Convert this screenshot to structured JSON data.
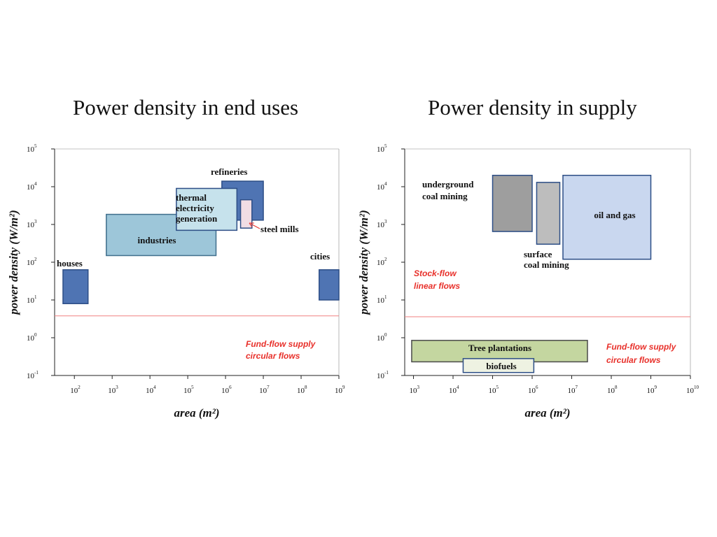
{
  "chart_data": [
    {
      "type": "range-box",
      "title": "Power density in end uses",
      "xlabel": "area (m²)",
      "ylabel": "power density (W/m²)",
      "x_scale": "log",
      "y_scale": "log",
      "xlim": [
        30,
        1000000000
      ],
      "ylim": [
        0.1,
        100000
      ],
      "x_ticks": [
        {
          "value": 100,
          "base": "10",
          "exp": "2"
        },
        {
          "value": 1000,
          "base": "10",
          "exp": "3"
        },
        {
          "value": 10000,
          "base": "10",
          "exp": "4"
        },
        {
          "value": 100000,
          "base": "10",
          "exp": "5"
        },
        {
          "value": 1000000,
          "base": "10",
          "exp": "6"
        },
        {
          "value": 10000000,
          "base": "10",
          "exp": "7"
        },
        {
          "value": 100000000,
          "base": "10",
          "exp": "8"
        },
        {
          "value": 1000000000,
          "base": "10",
          "exp": "9"
        }
      ],
      "y_ticks": [
        {
          "value": 0.1,
          "base": "10",
          "exp": "-1"
        },
        {
          "value": 1,
          "base": "10",
          "exp": "0"
        },
        {
          "value": 10,
          "base": "10",
          "exp": "1"
        },
        {
          "value": 100,
          "base": "10",
          "exp": "2"
        },
        {
          "value": 1000,
          "base": "10",
          "exp": "3"
        },
        {
          "value": 10000,
          "base": "10",
          "exp": "4"
        },
        {
          "value": 100000,
          "base": "10",
          "exp": "5"
        }
      ],
      "boxes": [
        {
          "label": "houses",
          "x": [
            50,
            230
          ],
          "y": [
            8,
            63
          ],
          "fill": "#4f74b3",
          "stroke": "#2d4e86"
        },
        {
          "label": "industries",
          "x": [
            700,
            560000
          ],
          "y": [
            150,
            1850
          ],
          "fill": "#9dc6d9",
          "stroke": "#3f6e8c"
        },
        {
          "label": "refineries",
          "x": [
            800000,
            10000000
          ],
          "y": [
            1300,
            14000
          ],
          "fill": "#4f74b3",
          "stroke": "#2d4e86"
        },
        {
          "label": "steel mills",
          "x": [
            2500000,
            5000000
          ],
          "y": [
            800,
            4500
          ],
          "fill": "#f1dde4",
          "stroke": "#2d4e86"
        },
        {
          "label": "thermal electricity generation",
          "x": [
            50000,
            2000000
          ],
          "y": [
            700,
            9000
          ],
          "fill": "#c6e2ec",
          "stroke": "#2d4e86",
          "label_lines": [
            "thermal",
            "electricity",
            "generation"
          ]
        },
        {
          "label": "cities",
          "x": [
            300000000,
            1000000000
          ],
          "y": [
            10,
            63
          ],
          "fill": "#4f74b3",
          "stroke": "#2d4e86"
        }
      ],
      "reference_line": {
        "y": 3.8,
        "color": "#f08080"
      },
      "annotations": [
        {
          "text": "Fund-flow supply",
          "x": 40000000,
          "y": 0.85
        },
        {
          "text": "circular flows",
          "x": 40000000,
          "y": 0.42
        }
      ]
    },
    {
      "type": "range-box",
      "title": "Power density in supply",
      "xlabel": "area (m²)",
      "ylabel": "power density (W/m²)",
      "x_scale": "log",
      "y_scale": "log",
      "xlim": [
        600,
        10000000000
      ],
      "ylim": [
        0.1,
        100000
      ],
      "x_ticks": [
        {
          "value": 1000,
          "base": "10",
          "exp": "3"
        },
        {
          "value": 10000,
          "base": "10",
          "exp": "4"
        },
        {
          "value": 100000,
          "base": "10",
          "exp": "5"
        },
        {
          "value": 1000000,
          "base": "10",
          "exp": "6"
        },
        {
          "value": 10000000,
          "base": "10",
          "exp": "7"
        },
        {
          "value": 100000000,
          "base": "10",
          "exp": "8"
        },
        {
          "value": 1000000000,
          "base": "10",
          "exp": "9"
        },
        {
          "value": 10000000000,
          "base": "10",
          "exp": "10"
        }
      ],
      "y_ticks": [
        {
          "value": 0.1,
          "base": "10",
          "exp": "-1"
        },
        {
          "value": 1,
          "base": "10",
          "exp": "0"
        },
        {
          "value": 10,
          "base": "10",
          "exp": "1"
        },
        {
          "value": 100,
          "base": "10",
          "exp": "2"
        },
        {
          "value": 1000,
          "base": "10",
          "exp": "3"
        },
        {
          "value": 10000,
          "base": "10",
          "exp": "4"
        },
        {
          "value": 100000,
          "base": "10",
          "exp": "5"
        }
      ],
      "boxes": [
        {
          "label": "underground coal mining",
          "x": [
            100000,
            1000000
          ],
          "y": [
            650,
            20000
          ],
          "fill": "#9e9e9e",
          "stroke": "#2d4e86",
          "label_lines": [
            "underground",
            "coal mining"
          ]
        },
        {
          "label": "surface coal mining",
          "x": [
            1300000,
            5000000
          ],
          "y": [
            300,
            13000
          ],
          "fill": "#bdbdbd",
          "stroke": "#2d4e86",
          "label_lines": [
            "surface",
            "coal mining"
          ]
        },
        {
          "label": "oil and gas",
          "x": [
            6000000,
            1000000000
          ],
          "y": [
            120,
            20000
          ],
          "fill": "#c9d7ef",
          "stroke": "#2d4e86"
        },
        {
          "label": "Tree plantations",
          "x": [
            900,
            25000000
          ],
          "y": [
            0.23,
            0.85
          ],
          "fill": "#c4d6a0",
          "stroke": "#4a4a4a"
        },
        {
          "label": "biofuels",
          "x": [
            18000,
            1100000
          ],
          "y": [
            0.12,
            0.28
          ],
          "fill": "#eef2e2",
          "stroke": "#2d4e86"
        }
      ],
      "reference_line": {
        "y": 3.6,
        "color": "#f08080"
      },
      "annotations": [
        {
          "text": "Stock-flow",
          "x": 900,
          "y": 150
        },
        {
          "text": "linear flows",
          "x": 900,
          "y": 75
        },
        {
          "text": "Fund-flow supply",
          "x": 30000000,
          "y": 0.75
        },
        {
          "text": "circular flows",
          "x": 30000000,
          "y": 0.38
        }
      ]
    }
  ]
}
